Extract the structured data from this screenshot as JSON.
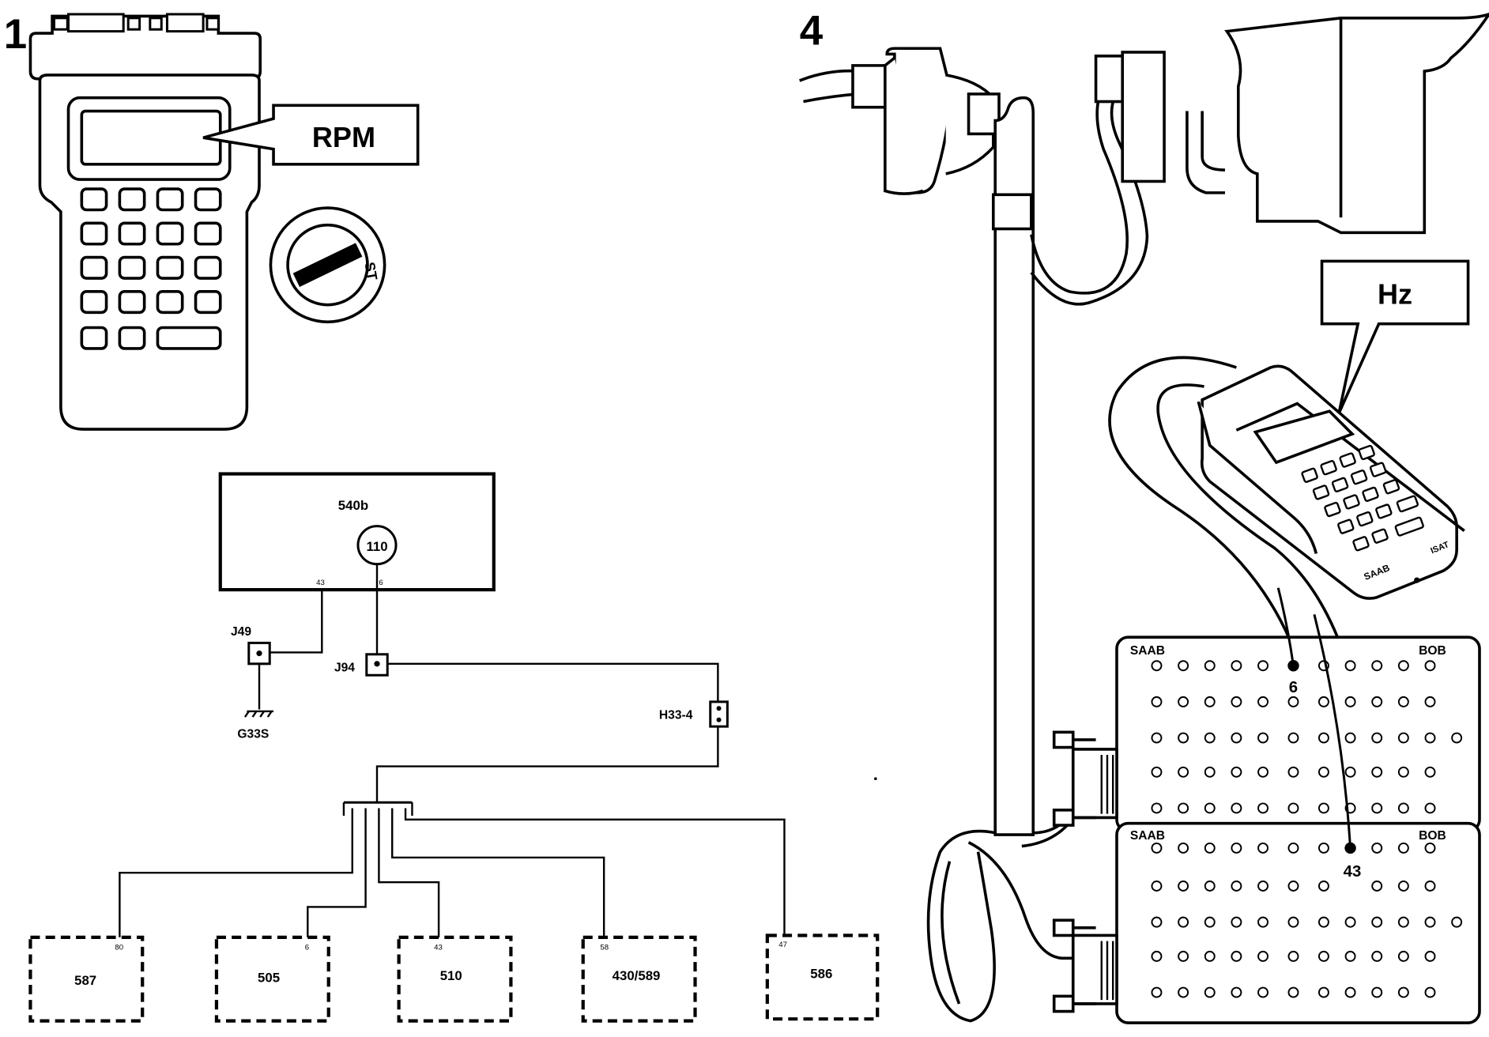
{
  "panels": {
    "left": {
      "number": "1",
      "display_callout": "RPM",
      "ignition_label": "ST"
    },
    "right": {
      "number": "4",
      "display_callout": "Hz",
      "tester_logo": "SAAB",
      "tester_model": "ISAT",
      "breakout_boxes": [
        {
          "brand": "SAAB",
          "label": "BOB",
          "pin_label": "6"
        },
        {
          "brand": "SAAB",
          "label": "BOB",
          "pin_label": "43"
        }
      ]
    }
  },
  "wiring": {
    "control_unit": {
      "id": "540b",
      "circle_id": "110",
      "pin_left": "43",
      "pin_right": "6"
    },
    "ground_connector": "J49",
    "ground_point": "G33S",
    "connector_j94": "J94",
    "connector_h33": "H33-4",
    "modules": [
      {
        "id": "587",
        "pin": "80"
      },
      {
        "id": "505",
        "pin": "6"
      },
      {
        "id": "510",
        "pin": "43"
      },
      {
        "id": "430/589",
        "pin": "58"
      },
      {
        "id": "586",
        "pin": "47"
      }
    ]
  }
}
